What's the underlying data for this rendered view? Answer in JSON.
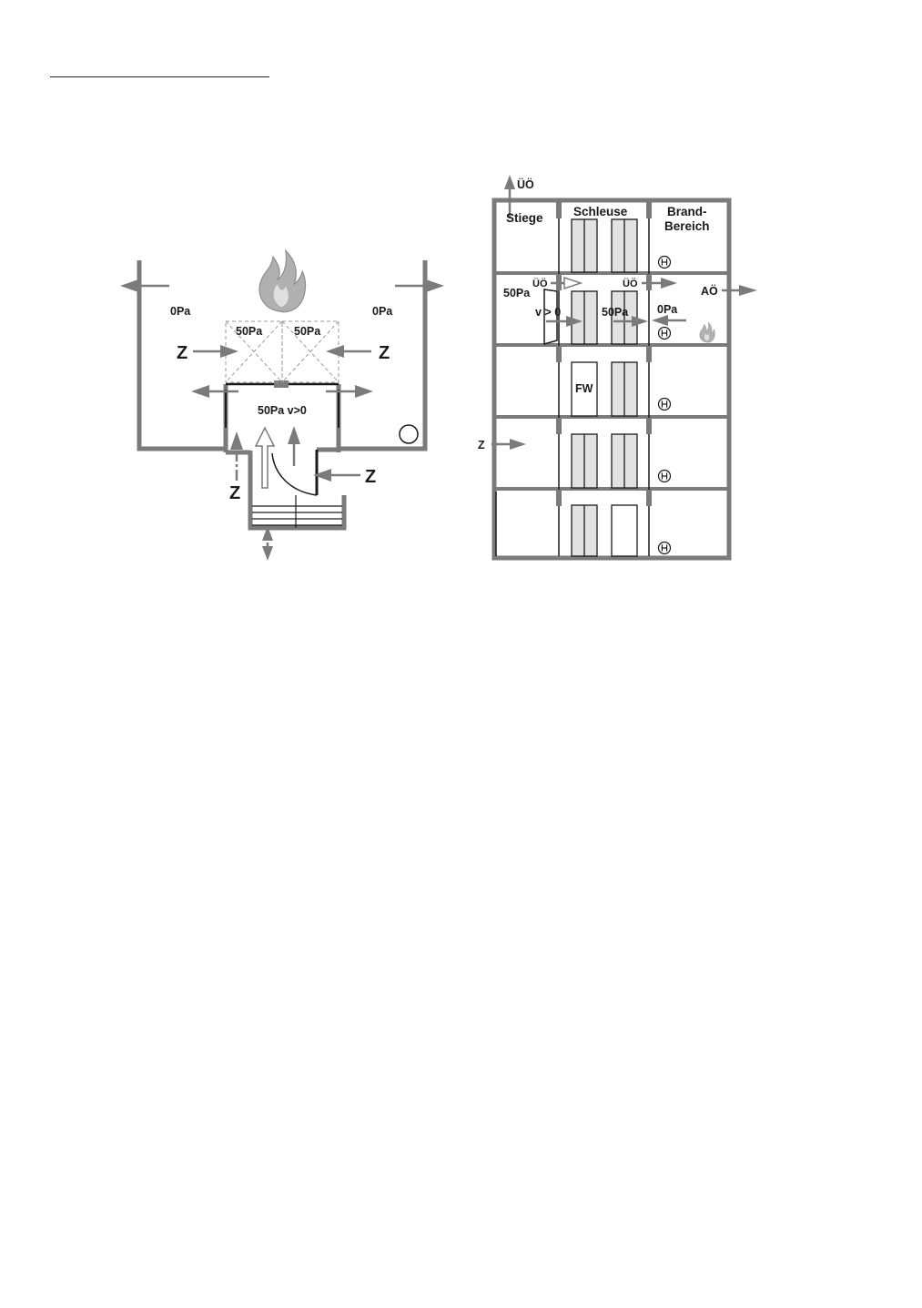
{
  "plan": {
    "pressure_left": "0Pa",
    "pressure_right": "0Pa",
    "vestibule_left": "50Pa",
    "vestibule_right": "50Pa",
    "lobby": "50Pa v>0",
    "z_left": "Z",
    "z_right": "Z",
    "z_lower_right": "Z",
    "z_stair": "Z"
  },
  "section": {
    "roof_outlet": "ÜÖ",
    "col_stair": "Stiege",
    "col_lock": "Schleuse",
    "col_fire_line1": "Brand-",
    "col_fire_line2": "Bereich",
    "stair_pressure": "50Pa",
    "outlet_left": "ÜÖ",
    "outlet_right": "ÜÖ",
    "velocity": "v > 0",
    "lock_pressure": "50Pa",
    "fire_pressure": "0Pa",
    "exhaust": "AÖ",
    "fw": "FW",
    "z_supply": "Z",
    "hydrant_symbol": "H"
  },
  "colors": {
    "wall": "#7b7b7b",
    "door": "#1a1a1a",
    "elevator_fill": "#e2e2e2",
    "flame": "#a8a8a8",
    "dashed": "#9a9a9a"
  },
  "icons": [
    "flame-icon",
    "hydrant-icon",
    "arrow-icon",
    "open-arrow-icon"
  ]
}
